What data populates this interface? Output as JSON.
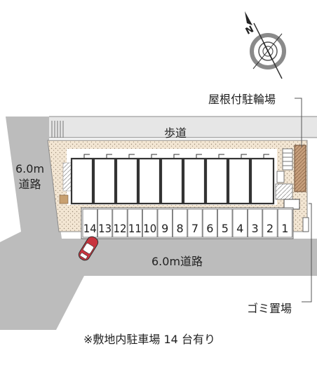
{
  "labels": {
    "sidewalk": "歩道",
    "road_left_width": "6.0m",
    "road_left_type": "道路",
    "road_bottom": "6.0m道路",
    "bicycle_parking": "屋根付駐輪場",
    "garbage_area": "ゴミ置場",
    "footnote": "※敷地内駐車場 14 台有り"
  },
  "parking_stalls": [
    "14",
    "13",
    "12",
    "11",
    "10",
    "9",
    "8",
    "7",
    "6",
    "5",
    "4",
    "3",
    "2",
    "1"
  ],
  "building_units": 9,
  "colors": {
    "road": "#bcbcbc",
    "site_fill": "#f2e4d0",
    "building": "#ffffff",
    "car": "#c8343e",
    "bike_shelter": "#b59070",
    "compass_ring": "#8a8a8a"
  },
  "icons": {
    "compass": "north-arrow-compass-icon",
    "car": "car-icon"
  }
}
